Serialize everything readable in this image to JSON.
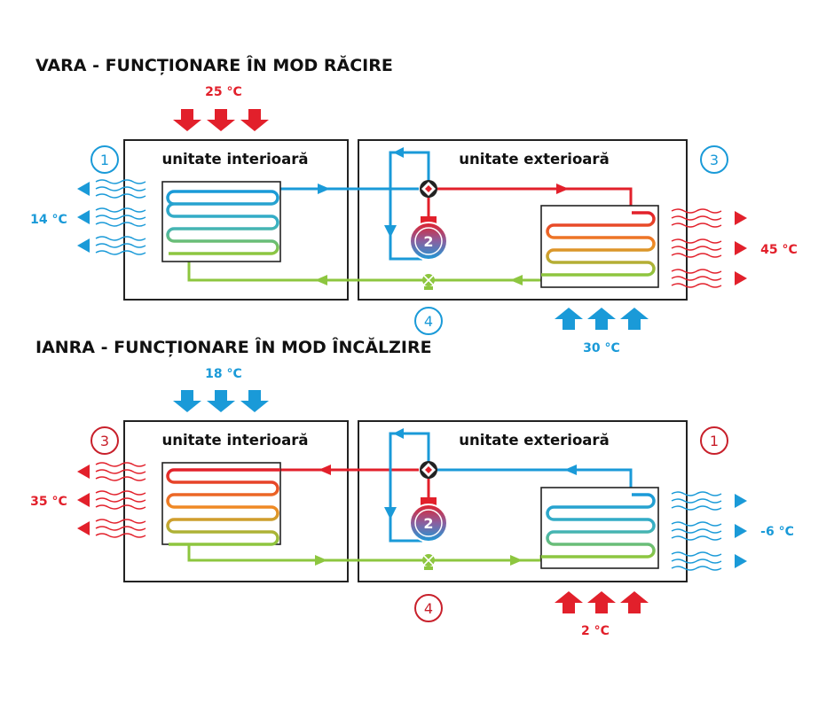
{
  "colors": {
    "hot": "#e2202b",
    "cold": "#1a9ad8",
    "green": "#8dc63f",
    "orange": "#f08a24",
    "dark": "#222222"
  },
  "summer": {
    "title": "VARA - FUNCȚIONARE ÎN MOD RĂCIRE",
    "indoor_label": "unitate interioară",
    "outdoor_label": "unitate exterioară",
    "top_temp": "25 °C",
    "left_temp": "14 °C",
    "right_temp": "45 °C",
    "bottom_temp": "30 °C",
    "badges": {
      "indoor": "1",
      "compressor": "2",
      "outdoor": "3",
      "valve": "4"
    }
  },
  "winter": {
    "title": "IANRA - FUNCȚIONARE ÎN MOD ÎNCĂLZIRE",
    "indoor_label": "unitate interioară",
    "outdoor_label": "unitate exterioară",
    "top_temp": "18 °C",
    "left_temp": "35 °C",
    "right_temp": "-6 °C",
    "bottom_temp": "2 °C",
    "badges": {
      "indoor": "3",
      "compressor": "2",
      "outdoor": "1",
      "valve": "4"
    }
  }
}
